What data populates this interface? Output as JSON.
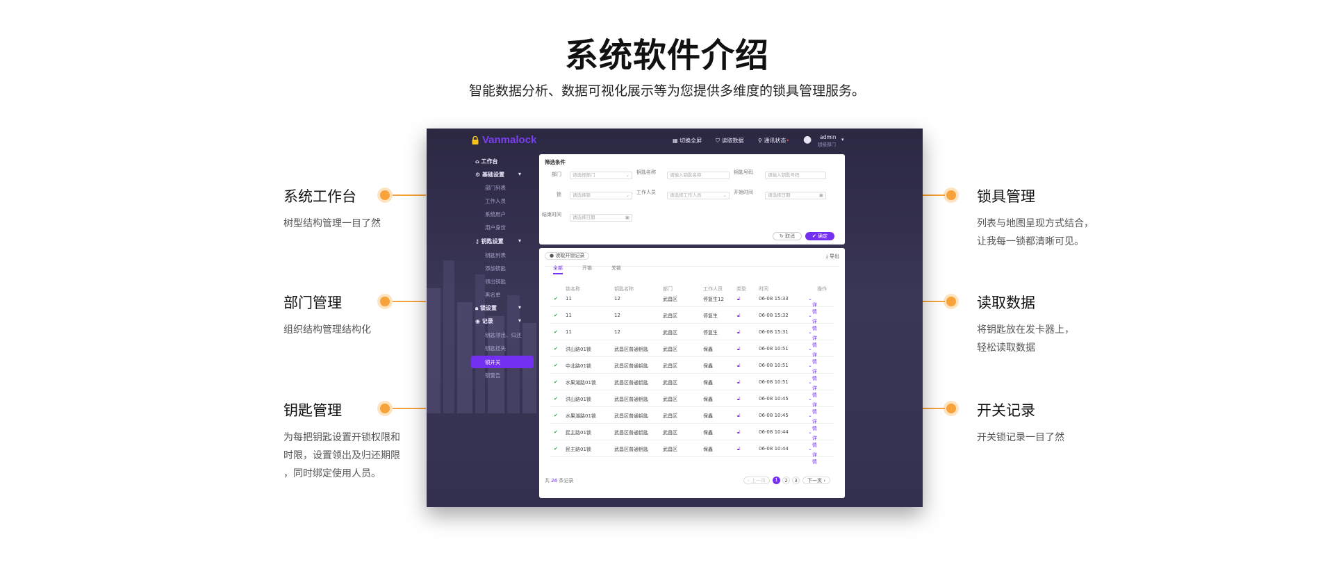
{
  "header": {
    "title": "系统软件介绍",
    "subtitle": "智能数据分析、数据可视化展示等为您提供多维度的锁具管理服务。"
  },
  "features_left": [
    {
      "title": "系统工作台",
      "desc": [
        "树型结构管理一目了然"
      ]
    },
    {
      "title": "部门管理",
      "desc": [
        "组织结构管理结构化"
      ]
    },
    {
      "title": "钥匙管理",
      "desc": [
        "为每把钥匙设置开锁权限和",
        "时限，设置领出及归还期限",
        "，同时绑定使用人员。"
      ]
    }
  ],
  "features_right": [
    {
      "title": "锁具管理",
      "desc": [
        "列表与地图呈现方式结合，",
        "让我每一锁都清晰可见。"
      ]
    },
    {
      "title": "读取数据",
      "desc": [
        "将钥匙放在发卡器上，",
        "轻松读取数据"
      ]
    },
    {
      "title": "开关记录",
      "desc": [
        "开关锁记录一目了然"
      ]
    }
  ],
  "app": {
    "logo": "Vanmalock",
    "topbar": {
      "fullscreen": "切换全屏",
      "read_data": "读取数据",
      "comm_status": "通讯状态",
      "user_name": "admin",
      "user_role": "超级部门"
    },
    "sidebar": {
      "workbench": "工作台",
      "basic_settings": "基础设置",
      "basic_items": [
        "部门列表",
        "工作人员",
        "系统用户",
        "用户身份"
      ],
      "key_settings": "钥匙设置",
      "key_items": [
        "钥匙列表",
        "添加钥匙",
        "领出钥匙",
        "黑名单"
      ],
      "lock_settings": "锁设置",
      "records": "记录",
      "record_items": [
        "钥匙领出、归还",
        "钥匙挂失",
        "锁开关",
        "锁警告"
      ]
    },
    "filter": {
      "title": "筛选条件",
      "dept_label": "部门",
      "dept_placeholder": "请选择部门",
      "keyname_label": "钥匙名称",
      "keyname_placeholder": "请输入钥匙名称",
      "keyno_label": "钥匙号码",
      "keyno_placeholder": "请输入钥匙号码",
      "lock_label": "锁",
      "lock_placeholder": "请选择锁",
      "staff_label": "工作人员",
      "staff_placeholder": "请选择工作人员",
      "start_label": "开始时间",
      "start_placeholder": "请选择日期",
      "end_label": "结束时间",
      "end_placeholder": "请选择日期",
      "cancel": "取消",
      "confirm": "确定"
    },
    "records": {
      "read_button": "读取开锁记录",
      "export": "导出",
      "tabs": [
        "全部",
        "开锁",
        "关锁"
      ],
      "columns": [
        "锁名称",
        "钥匙名称",
        "部门",
        "工作人员",
        "类型",
        "时间",
        "操作"
      ],
      "rows": [
        {
          "lock": "11",
          "key": "12",
          "dept": "武昌区",
          "staff": "停复生12",
          "time": "06-08 15:33",
          "action": "详情"
        },
        {
          "lock": "11",
          "key": "12",
          "dept": "武昌区",
          "staff": "停复生",
          "time": "06-08 15:32",
          "action": "详情"
        },
        {
          "lock": "11",
          "key": "12",
          "dept": "武昌区",
          "staff": "停复生",
          "time": "06-08 15:31",
          "action": "详情"
        },
        {
          "lock": "洪山路01锁",
          "key": "武昌区普通钥匙",
          "dept": "武昌区",
          "staff": "保鑫",
          "time": "06-08 10:51",
          "action": "详情"
        },
        {
          "lock": "中北路01锁",
          "key": "武昌区普通钥匙",
          "dept": "武昌区",
          "staff": "保鑫",
          "time": "06-08 10:51",
          "action": "详情"
        },
        {
          "lock": "水果湖路01锁",
          "key": "武昌区普通钥匙",
          "dept": "武昌区",
          "staff": "保鑫",
          "time": "06-08 10:51",
          "action": "详情"
        },
        {
          "lock": "洪山路01锁",
          "key": "武昌区普通钥匙",
          "dept": "武昌区",
          "staff": "保鑫",
          "time": "06-08 10:45",
          "action": "详情"
        },
        {
          "lock": "水果湖路01锁",
          "key": "武昌区普通钥匙",
          "dept": "武昌区",
          "staff": "保鑫",
          "time": "06-08 10:45",
          "action": "详情"
        },
        {
          "lock": "民主路01锁",
          "key": "武昌区普通钥匙",
          "dept": "武昌区",
          "staff": "保鑫",
          "time": "06-08 10:44",
          "action": "详情"
        },
        {
          "lock": "民主路01锁",
          "key": "武昌区普通钥匙",
          "dept": "武昌区",
          "staff": "保鑫",
          "time": "06-08 10:44",
          "action": "详情"
        }
      ],
      "total_prefix": "共",
      "total_count": "26",
      "total_suffix": "条记录",
      "pager": {
        "prev": "上一页",
        "pages": [
          "1",
          "2",
          "3"
        ],
        "next": "下一页"
      }
    }
  },
  "colors": {
    "accent": "#7430f0",
    "orange": "#f7a23a",
    "app_bg": "#2f2b48"
  }
}
